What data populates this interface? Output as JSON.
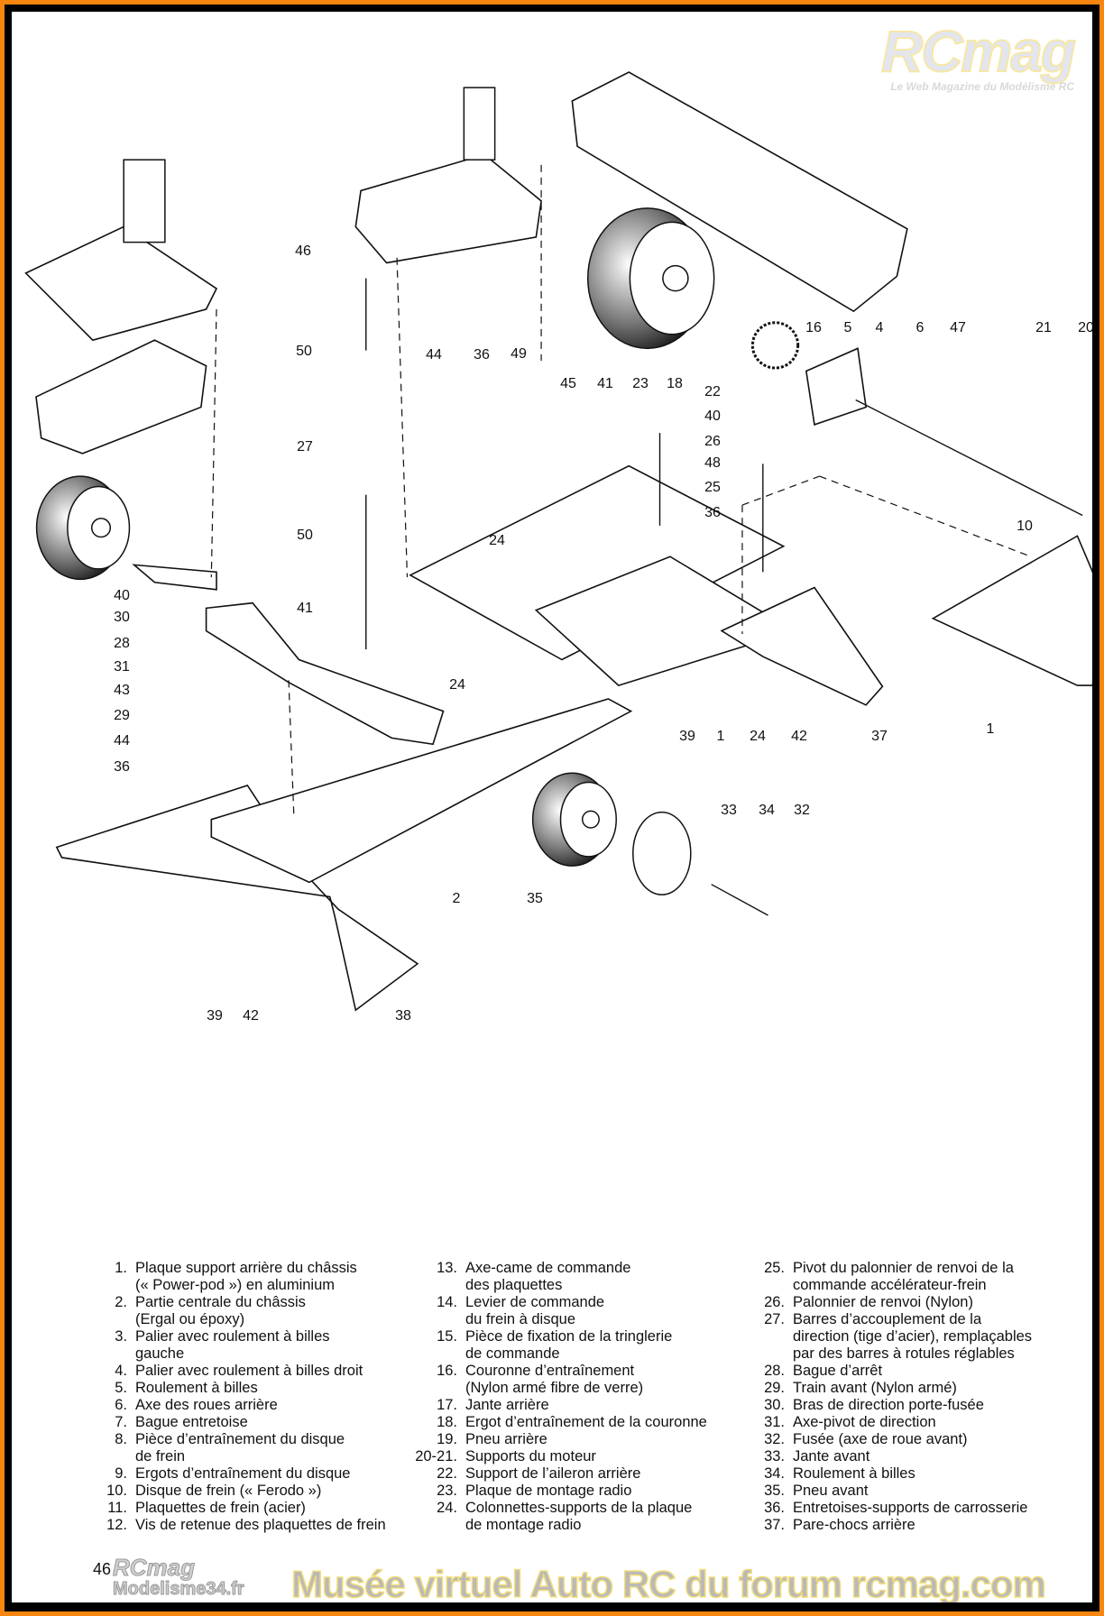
{
  "page_number": "46",
  "watermarks": {
    "top_logo": "RCmag",
    "top_tagline": "Le Web Magazine du Modélisme RC",
    "bottom_logo": "RCmag",
    "bottom_site": "Modelisme34.fr",
    "bottom_banner": "Musée virtuel Auto RC du forum rcmag.com"
  },
  "colors": {
    "outer_border": "#f7850f",
    "inner_border": "#000000",
    "page": "#ffffff"
  },
  "diagram": {
    "callouts": [
      "46",
      "50",
      "44",
      "36",
      "49",
      "45",
      "41",
      "23",
      "18",
      "16",
      "5",
      "4",
      "6",
      "47",
      "21",
      "20",
      "22",
      "40",
      "26",
      "48",
      "25",
      "36",
      "27",
      "50",
      "24",
      "10",
      "40",
      "30",
      "41",
      "28",
      "31",
      "43",
      "29",
      "24",
      "39",
      "1",
      "24",
      "42",
      "37",
      "1",
      "44",
      "36",
      "33",
      "34",
      "32",
      "2",
      "35",
      "39",
      "42",
      "38"
    ]
  },
  "legend": [
    [
      {
        "n": "1.",
        "lines": [
          "Plaque support arrière du châssis",
          "(« Power-pod ») en aluminium"
        ]
      },
      {
        "n": "2.",
        "lines": [
          "Partie centrale du châssis",
          "(Ergal ou époxy)"
        ]
      },
      {
        "n": "3.",
        "lines": [
          "Palier avec roulement à billes",
          "gauche"
        ]
      },
      {
        "n": "4.",
        "lines": [
          "Palier avec roulement à billes droit"
        ]
      },
      {
        "n": "5.",
        "lines": [
          "Roulement à billes"
        ]
      },
      {
        "n": "6.",
        "lines": [
          "Axe des roues arrière"
        ]
      },
      {
        "n": "7.",
        "lines": [
          "Bague entretoise"
        ]
      },
      {
        "n": "8.",
        "lines": [
          "Pièce d’entraînement du disque",
          "de frein"
        ]
      },
      {
        "n": "9.",
        "lines": [
          "Ergots d’entraînement du disque"
        ]
      },
      {
        "n": "10.",
        "lines": [
          "Disque de frein (« Ferodo »)"
        ]
      },
      {
        "n": "11.",
        "lines": [
          "Plaquettes de frein (acier)"
        ]
      },
      {
        "n": "12.",
        "lines": [
          "Vis de retenue des plaquettes de frein"
        ]
      }
    ],
    [
      {
        "n": "13.",
        "lines": [
          "Axe-came de commande",
          "des plaquettes"
        ]
      },
      {
        "n": "14.",
        "lines": [
          "Levier de commande",
          "du frein à disque"
        ]
      },
      {
        "n": "15.",
        "lines": [
          "Pièce de fixation de la tringlerie",
          "de commande"
        ]
      },
      {
        "n": "16.",
        "lines": [
          "Couronne d’entraînement",
          "(Nylon armé fibre de verre)"
        ]
      },
      {
        "n": "17.",
        "lines": [
          "Jante arrière"
        ]
      },
      {
        "n": "18.",
        "lines": [
          "Ergot d’entraînement de la couronne"
        ]
      },
      {
        "n": "19.",
        "lines": [
          "Pneu arrière"
        ]
      },
      {
        "n": "20-21.",
        "lines": [
          "Supports du moteur"
        ]
      },
      {
        "n": "22.",
        "lines": [
          "Support de l’aileron arrière"
        ]
      },
      {
        "n": "23.",
        "lines": [
          "Plaque de montage radio"
        ]
      },
      {
        "n": "24.",
        "lines": [
          "Colonnettes-supports de la plaque",
          "de montage radio"
        ]
      }
    ],
    [
      {
        "n": "25.",
        "lines": [
          "Pivot du palonnier de renvoi de la",
          "commande accélérateur-frein"
        ]
      },
      {
        "n": "26.",
        "lines": [
          "Palonnier de renvoi (Nylon)"
        ]
      },
      {
        "n": "27.",
        "lines": [
          "Barres d’accouplement de la",
          "direction (tige d’acier), remplaçables",
          "par des barres à rotules réglables"
        ]
      },
      {
        "n": "28.",
        "lines": [
          "Bague d’arrêt"
        ]
      },
      {
        "n": "29.",
        "lines": [
          "Train avant (Nylon armé)"
        ]
      },
      {
        "n": "30.",
        "lines": [
          "Bras de direction porte-fusée"
        ]
      },
      {
        "n": "31.",
        "lines": [
          "Axe-pivot de direction"
        ]
      },
      {
        "n": "32.",
        "lines": [
          "Fusée (axe de roue avant)"
        ]
      },
      {
        "n": "33.",
        "lines": [
          "Jante avant"
        ]
      },
      {
        "n": "34.",
        "lines": [
          "Roulement à billes"
        ]
      },
      {
        "n": "35.",
        "lines": [
          "Pneu avant"
        ]
      },
      {
        "n": "36.",
        "lines": [
          "Entretoises-supports de carrosserie"
        ]
      },
      {
        "n": "37.",
        "lines": [
          "Pare-chocs arrière"
        ]
      }
    ]
  ]
}
